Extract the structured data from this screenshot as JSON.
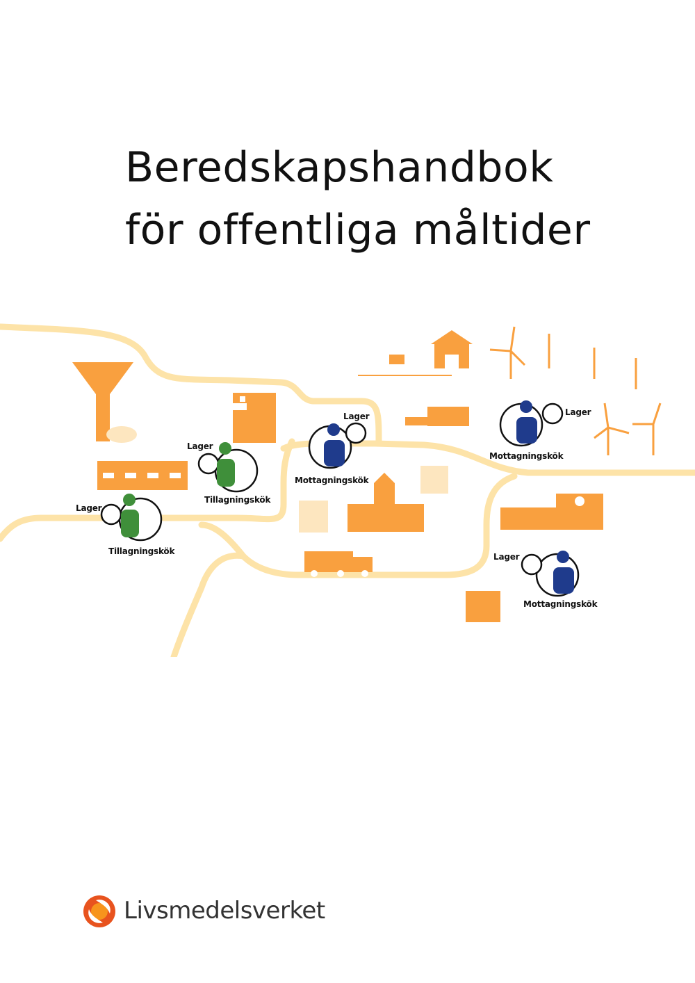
{
  "cover": {
    "title_line1": "Beredskapshandbok",
    "title_line2": "för offentliga måltider"
  },
  "illustration": {
    "labels": {
      "lager_1": "Lager",
      "lager_2": "Lager",
      "lager_3": "Lager",
      "lager_4": "Lager",
      "lager_5": "Lager",
      "tillagning_1": "Tillagningskök",
      "tillagning_2": "Tillagningskök",
      "mottagning_1": "Mottagningskök",
      "mottagning_2": "Mottagningskök",
      "mottagning_3": "Mottagningskök"
    },
    "colors": {
      "road": "#fde3a8",
      "building": "#f9a03f",
      "building_light": "#fde6bf",
      "chef_green": "#3f8f3a",
      "chef_blue": "#1f3b8c"
    }
  },
  "brand": {
    "name": "Livsmedelsverket",
    "logo_colors": {
      "outer": "#e8531e",
      "inner": "#f7941d"
    }
  }
}
